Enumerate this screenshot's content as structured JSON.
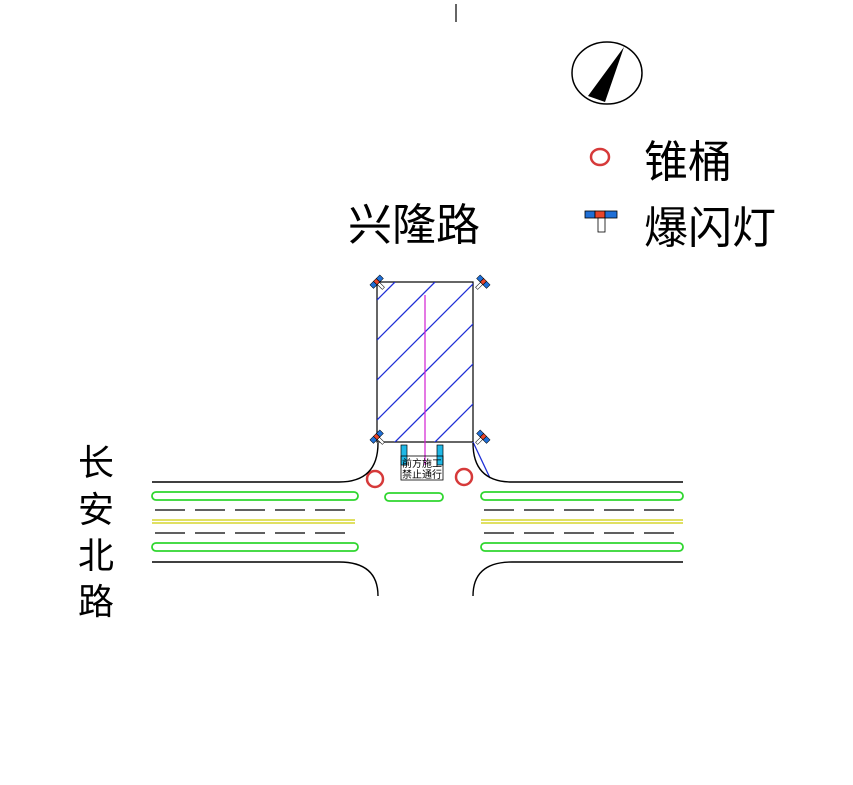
{
  "road_names": {
    "north_road": "兴隆路",
    "main_road_chars": [
      "长",
      "安",
      "北",
      "路"
    ]
  },
  "legend": {
    "items": [
      {
        "icon": "traffic-cone-icon",
        "label": "锥桶"
      },
      {
        "icon": "flashing-light-icon",
        "label": "爆闪灯"
      }
    ]
  },
  "sign": {
    "line1": "前方施工",
    "line2": "禁止通行"
  },
  "colors": {
    "work_zone_hatch": "#1f2fd6",
    "center_line": "#d21fd2",
    "edge_line": "#2fd62f",
    "median_line": "#d6d62f",
    "lane_line": "#000000",
    "cone": "#d63a3a",
    "light_blue": "#1f6fd6",
    "light_red": "#e8452a",
    "sign_frame": "#1fb8e6"
  }
}
